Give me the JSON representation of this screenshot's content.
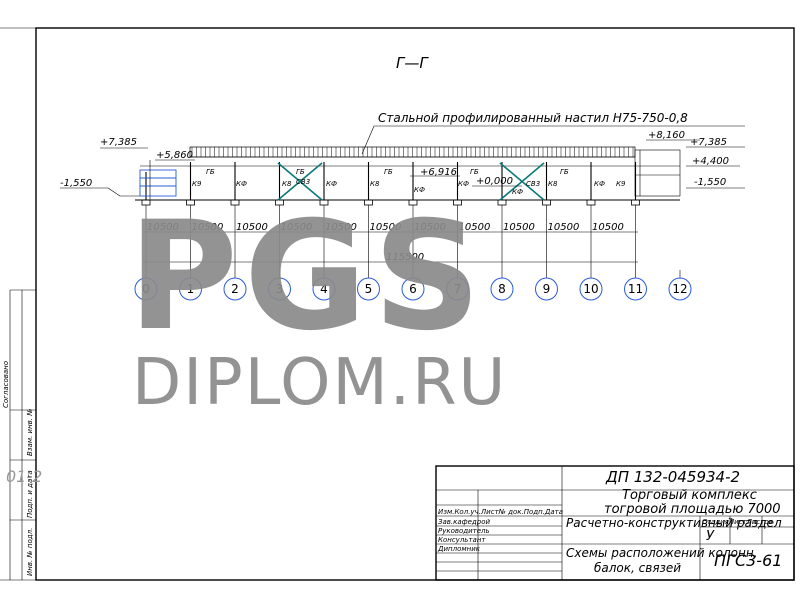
{
  "drawing": {
    "section_title": "Г—Г",
    "deck_label": "Стальной профилированный настил Н75-750-0,8",
    "elevations": [
      "+7,385",
      "+5,860",
      "-1,550",
      "+8,160",
      "+7,385",
      "+4,400",
      "-1,550",
      "+6,916",
      "+0,000"
    ],
    "member_labels": [
      "К9",
      "ГБ",
      "КФ",
      "К8",
      "ГБ",
      "СВ3",
      "КФ",
      "К8",
      "ГБ",
      "КФ",
      "КФ",
      "СВ3",
      "К8",
      "ГБ",
      "КФ",
      "К9",
      "ГБ",
      "КФ"
    ],
    "spans": [
      "10500",
      "10500",
      "10500",
      "10500",
      "10500",
      "10500",
      "10500",
      "10500",
      "10500",
      "10500",
      "10500"
    ],
    "total_span": "115500",
    "axes": [
      "0",
      "1",
      "2",
      "3",
      "4",
      "5",
      "6",
      "7",
      "8",
      "9",
      "10",
      "11",
      "12"
    ]
  },
  "title_block": {
    "doc_code": "ДП 132-045934-2",
    "project_line1": "Торговый комплекс",
    "project_line2": "тогровой площадью 7000",
    "section": "Расчетно-конструктивный раздел",
    "sheet_title_line1": "Схемы расположений колонн,",
    "sheet_title_line2": "балок, связей",
    "sheet_code": "ПГС3-61",
    "stage": "У",
    "header_row": "Изм.Кол.уч.Лист№ док.Подп.Дата",
    "roles": [
      "Зав.кафедрой",
      "Руководитель",
      "Консультант",
      "Дипломник"
    ],
    "col_labels": "СтадияЛистЛистов"
  },
  "side_stamp": {
    "agreed": "Согласовано",
    "inv_orig": "Инв. № подл.",
    "sign_date": "Подп. и дата",
    "inv_dup": "Взам. инв. №",
    "partial_code": "01-2"
  },
  "watermark": {
    "line1": "PGS",
    "line2": "DIPLOM.RU"
  }
}
